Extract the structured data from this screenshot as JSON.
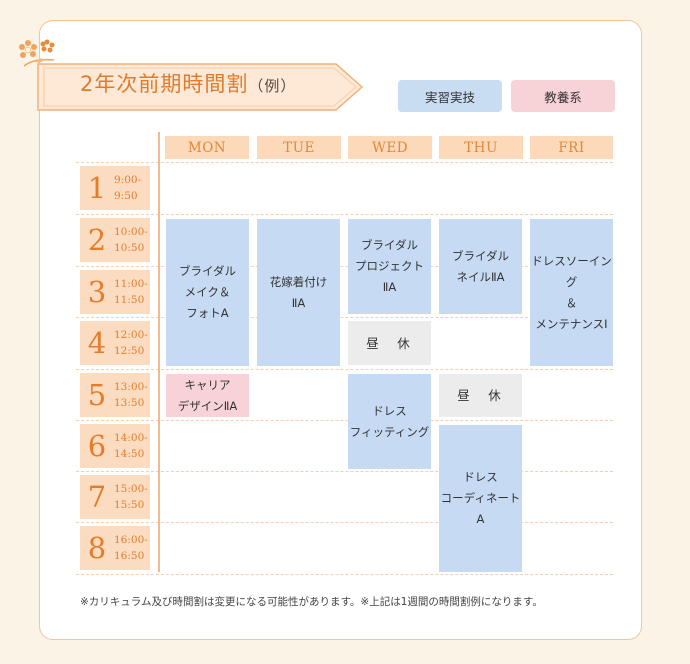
{
  "title": {
    "main": "2年次前期時間割",
    "sub": "（例）"
  },
  "legend": {
    "practical": "実習実技",
    "liberal": "教養系"
  },
  "days": [
    "MON",
    "TUE",
    "WED",
    "THU",
    "FRI"
  ],
  "periods": [
    {
      "num": "1",
      "start": "9:00-",
      "end": "9:50"
    },
    {
      "num": "2",
      "start": "10:00-",
      "end": "10:50"
    },
    {
      "num": "3",
      "start": "11:00-",
      "end": "11:50"
    },
    {
      "num": "4",
      "start": "12:00-",
      "end": "12:50"
    },
    {
      "num": "5",
      "start": "13:00-",
      "end": "13:50"
    },
    {
      "num": "6",
      "start": "14:00-",
      "end": "14:50"
    },
    {
      "num": "7",
      "start": "15:00-",
      "end": "15:50"
    },
    {
      "num": "8",
      "start": "16:00-",
      "end": "16:50"
    }
  ],
  "classes": {
    "mon_bridal_makeup": "ブライダル\nメイク＆\nフォトA",
    "mon_career": "キャリア\nデザインⅡA",
    "tue_kimono": "花嫁着付け\nⅡA",
    "wed_bridal_project": "ブライダル\nプロジェクト\nⅡA",
    "wed_lunch": "昼　休",
    "wed_dress_fitting": "ドレス\nフィッティング",
    "thu_bridal_nail": "ブライダル\nネイルⅡA",
    "thu_lunch": "昼　休",
    "thu_dress_coordinate": "ドレス\nコーディネート\nA",
    "fri_dress_sewing": "ドレスソーイング\n＆\nメンテナンスⅠ"
  },
  "note": "※カリキュラム及び時間割は変更になる可能性があります。※上記は1週間の時間割例になります。",
  "colors": {
    "accent": "#e07b2b",
    "practical": "#c6dbf3",
    "liberal": "#f7d2d6",
    "lunch": "#ececec"
  }
}
